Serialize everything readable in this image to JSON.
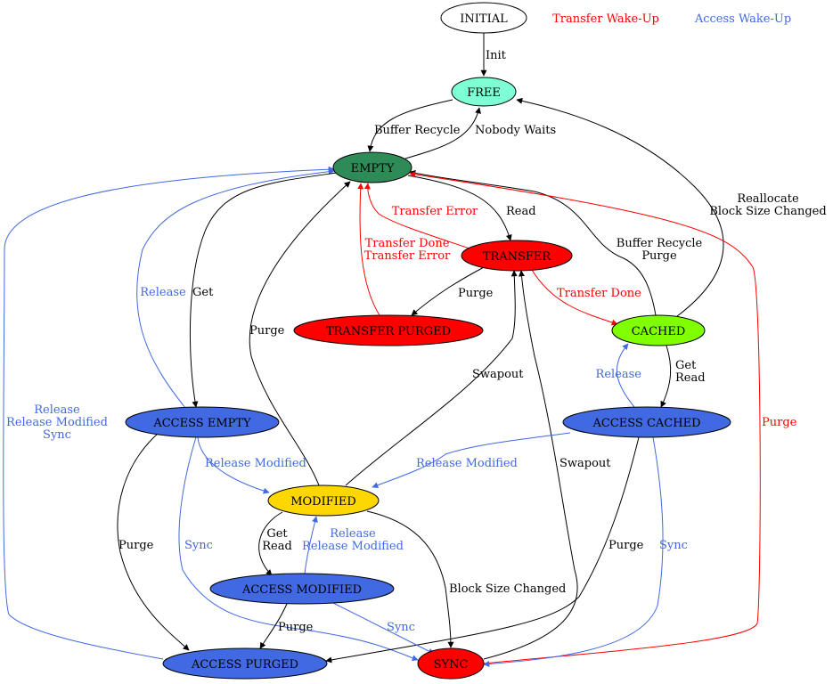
{
  "title": "Buffer State Machine",
  "legend": [
    {
      "label": "Transfer Wake-Up",
      "color": "#ff0000"
    },
    {
      "label": "Access Wake-Up",
      "color": "#4169e1"
    }
  ],
  "colors": {
    "black": "#000000",
    "red": "#ff0000",
    "blue": "#4169e1"
  },
  "nodes": [
    {
      "id": "INITIAL",
      "label": "INITIAL",
      "fill": "#ffffff"
    },
    {
      "id": "FREE",
      "label": "FREE",
      "fill": "#7fffd4"
    },
    {
      "id": "EMPTY",
      "label": "EMPTY",
      "fill": "#2e8b57"
    },
    {
      "id": "TRANSFER",
      "label": "TRANSFER",
      "fill": "#ff0000"
    },
    {
      "id": "TRANSFER_PURGED",
      "label": "TRANSFER PURGED",
      "fill": "#ff0000"
    },
    {
      "id": "CACHED",
      "label": "CACHED",
      "fill": "#7fff00"
    },
    {
      "id": "ACCESS_EMPTY",
      "label": "ACCESS EMPTY",
      "fill": "#4169e1"
    },
    {
      "id": "ACCESS_CACHED",
      "label": "ACCESS CACHED",
      "fill": "#4169e1"
    },
    {
      "id": "MODIFIED",
      "label": "MODIFIED",
      "fill": "#ffd700"
    },
    {
      "id": "ACCESS_MODIFIED",
      "label": "ACCESS MODIFIED",
      "fill": "#4169e1"
    },
    {
      "id": "ACCESS_PURGED",
      "label": "ACCESS PURGED",
      "fill": "#4169e1"
    },
    {
      "id": "SYNC",
      "label": "SYNC",
      "fill": "#ff0000"
    }
  ],
  "edges": [
    {
      "from": "INITIAL",
      "to": "FREE",
      "label": [
        "Init"
      ],
      "color": "black"
    },
    {
      "from": "FREE",
      "to": "EMPTY",
      "label": [
        "Buffer Recycle"
      ],
      "color": "black"
    },
    {
      "from": "EMPTY",
      "to": "FREE",
      "label": [
        "Nobody Waits"
      ],
      "color": "black"
    },
    {
      "from": "CACHED",
      "to": "FREE",
      "label": [
        "Reallocate",
        "Block Size Changed"
      ],
      "color": "black"
    },
    {
      "from": "TRANSFER",
      "to": "EMPTY",
      "label": [
        "Transfer Error"
      ],
      "color": "red"
    },
    {
      "from": "EMPTY",
      "to": "TRANSFER",
      "label": [
        "Read"
      ],
      "color": "black"
    },
    {
      "from": "TRANSFER_PURGED",
      "to": "EMPTY",
      "label": [
        "Transfer Done",
        "Transfer Error"
      ],
      "color": "red"
    },
    {
      "from": "TRANSFER",
      "to": "TRANSFER_PURGED",
      "label": [
        "Purge"
      ],
      "color": "black"
    },
    {
      "from": "TRANSFER",
      "to": "CACHED",
      "label": [
        "Transfer Done"
      ],
      "color": "red"
    },
    {
      "from": "CACHED",
      "to": "EMPTY",
      "label": [
        "Buffer Recycle",
        "Purge"
      ],
      "color": "black"
    },
    {
      "from": "ACCESS_EMPTY",
      "to": "EMPTY",
      "label": [
        "Release"
      ],
      "color": "blue"
    },
    {
      "from": "EMPTY",
      "to": "ACCESS_EMPTY",
      "label": [
        "Get"
      ],
      "color": "black"
    },
    {
      "from": "MODIFIED",
      "to": "EMPTY",
      "label": [
        "Purge"
      ],
      "color": "black"
    },
    {
      "from": "MODIFIED",
      "to": "TRANSFER",
      "label": [
        "Swapout"
      ],
      "color": "black"
    },
    {
      "from": "SYNC",
      "to": "TRANSFER",
      "label": [
        "Swapout"
      ],
      "color": "black"
    },
    {
      "from": "ACCESS_CACHED",
      "to": "CACHED",
      "label": [
        "Release"
      ],
      "color": "blue"
    },
    {
      "from": "CACHED",
      "to": "ACCESS_CACHED",
      "label": [
        "Get",
        "Read"
      ],
      "color": "black"
    },
    {
      "from": "ACCESS_PURGED",
      "to": "EMPTY",
      "label": [
        "Release",
        "Release Modified",
        "Sync"
      ],
      "color": "blue"
    },
    {
      "from": "SYNC",
      "to": "EMPTY",
      "label": [
        "Purge"
      ],
      "color": "red"
    },
    {
      "from": "ACCESS_EMPTY",
      "to": "MODIFIED",
      "label": [
        "Release Modified"
      ],
      "color": "blue"
    },
    {
      "from": "ACCESS_CACHED",
      "to": "MODIFIED",
      "label": [
        "Release Modified"
      ],
      "color": "blue"
    },
    {
      "from": "ACCESS_EMPTY",
      "to": "ACCESS_PURGED",
      "label": [
        "Purge"
      ],
      "color": "black"
    },
    {
      "from": "ACCESS_EMPTY",
      "to": "SYNC",
      "label": [
        "Sync"
      ],
      "color": "blue"
    },
    {
      "from": "MODIFIED",
      "to": "ACCESS_MODIFIED",
      "label": [
        "Get",
        "Read"
      ],
      "color": "black"
    },
    {
      "from": "ACCESS_MODIFIED",
      "to": "MODIFIED",
      "label": [
        "Release",
        "Release Modified"
      ],
      "color": "blue"
    },
    {
      "from": "MODIFIED",
      "to": "SYNC",
      "label": [
        "Block Size Changed"
      ],
      "color": "black"
    },
    {
      "from": "ACCESS_CACHED",
      "to": "ACCESS_PURGED",
      "label": [
        "Purge"
      ],
      "color": "black"
    },
    {
      "from": "ACCESS_CACHED",
      "to": "SYNC",
      "label": [
        "Sync"
      ],
      "color": "blue"
    },
    {
      "from": "ACCESS_MODIFIED",
      "to": "ACCESS_PURGED",
      "label": [
        "Purge"
      ],
      "color": "black"
    },
    {
      "from": "ACCESS_MODIFIED",
      "to": "SYNC",
      "label": [
        "Sync"
      ],
      "color": "blue"
    }
  ]
}
